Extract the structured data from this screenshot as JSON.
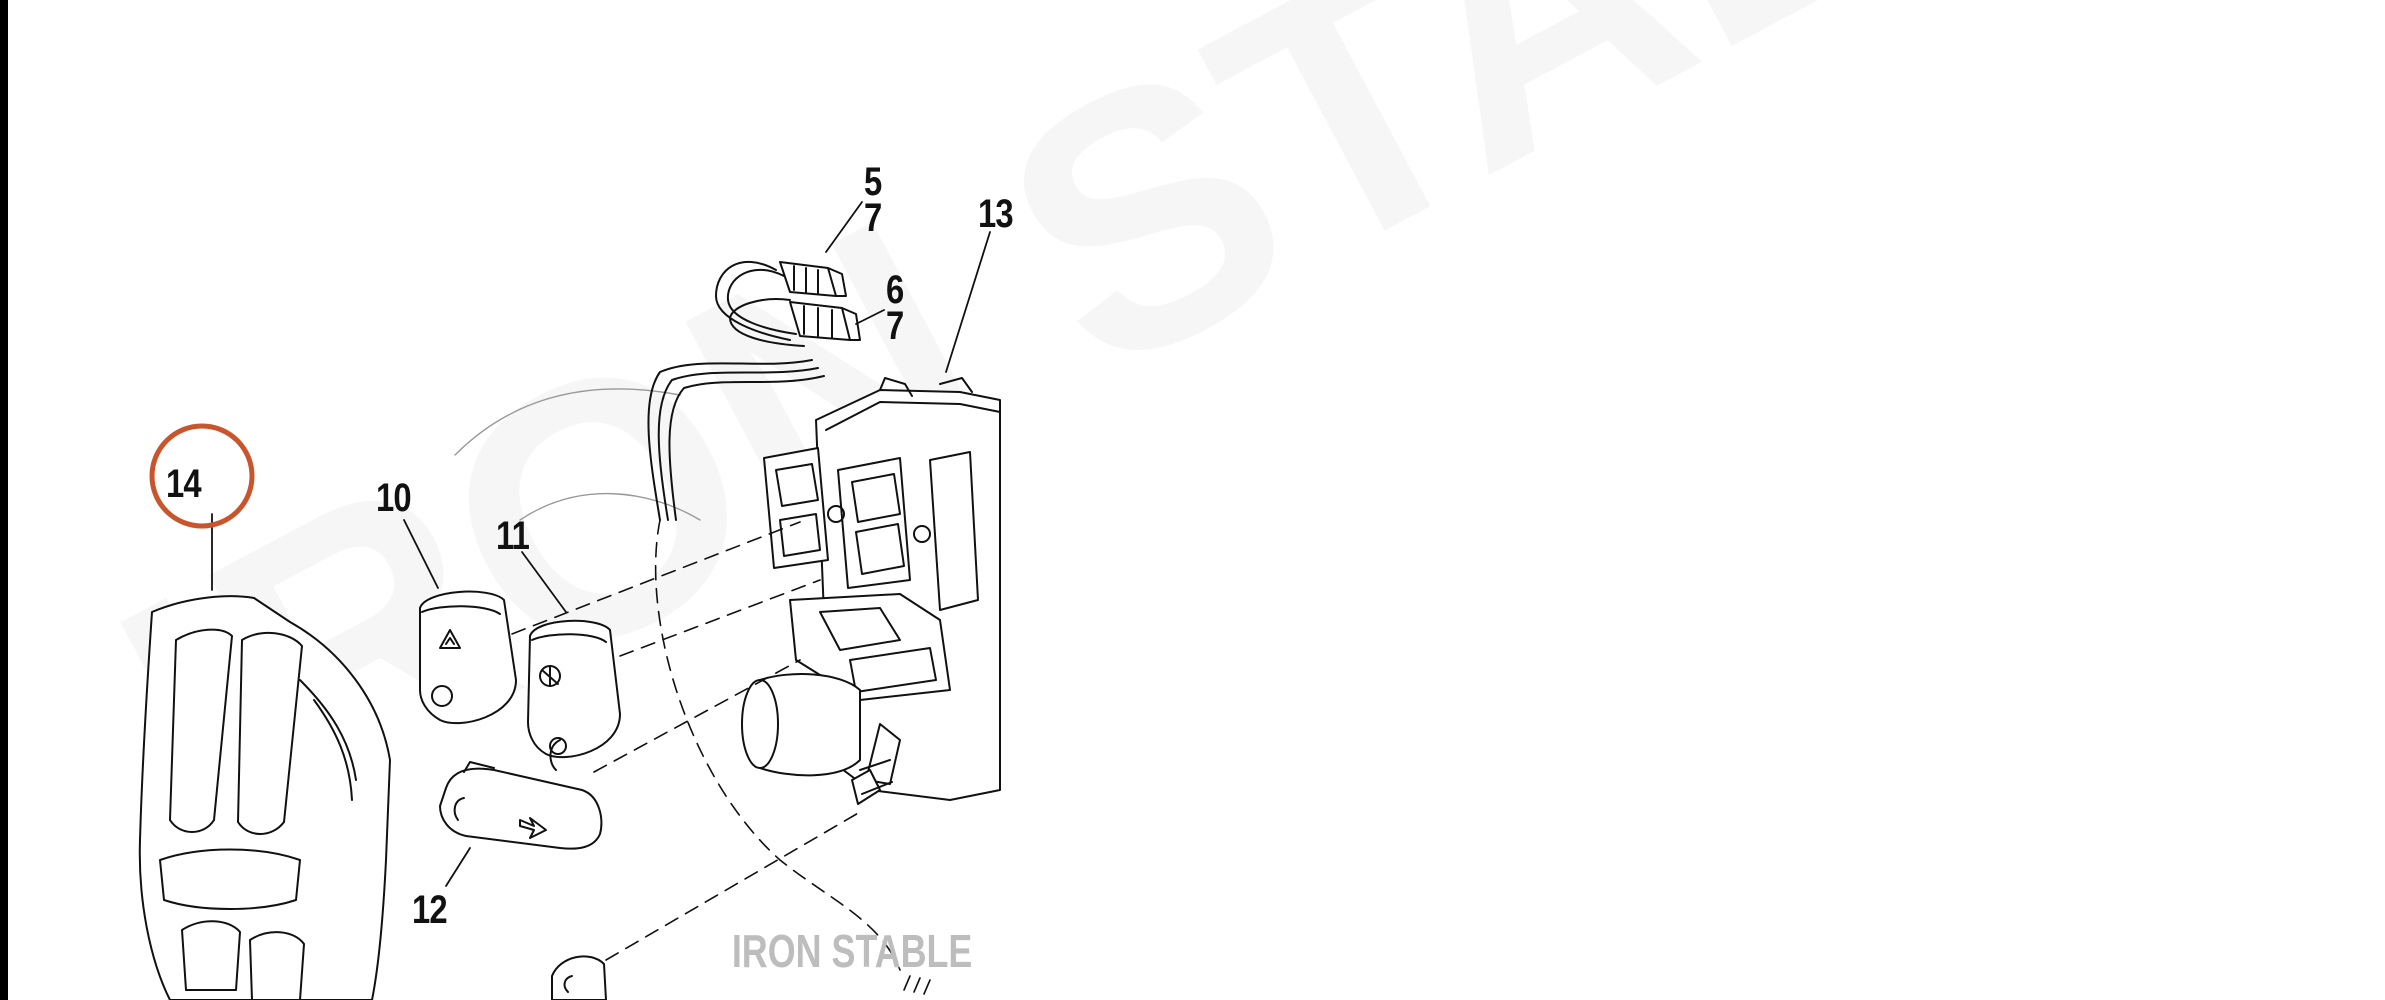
{
  "callouts": {
    "c5": "5",
    "c7a": "7",
    "c6": "6",
    "c7b": "7",
    "c13": "13",
    "c14": "14",
    "c10": "10",
    "c11": "11",
    "c12": "12"
  },
  "highlight_color": "#c8552b",
  "watermark": "IRON STABLE",
  "brand": "IRON STABLE"
}
